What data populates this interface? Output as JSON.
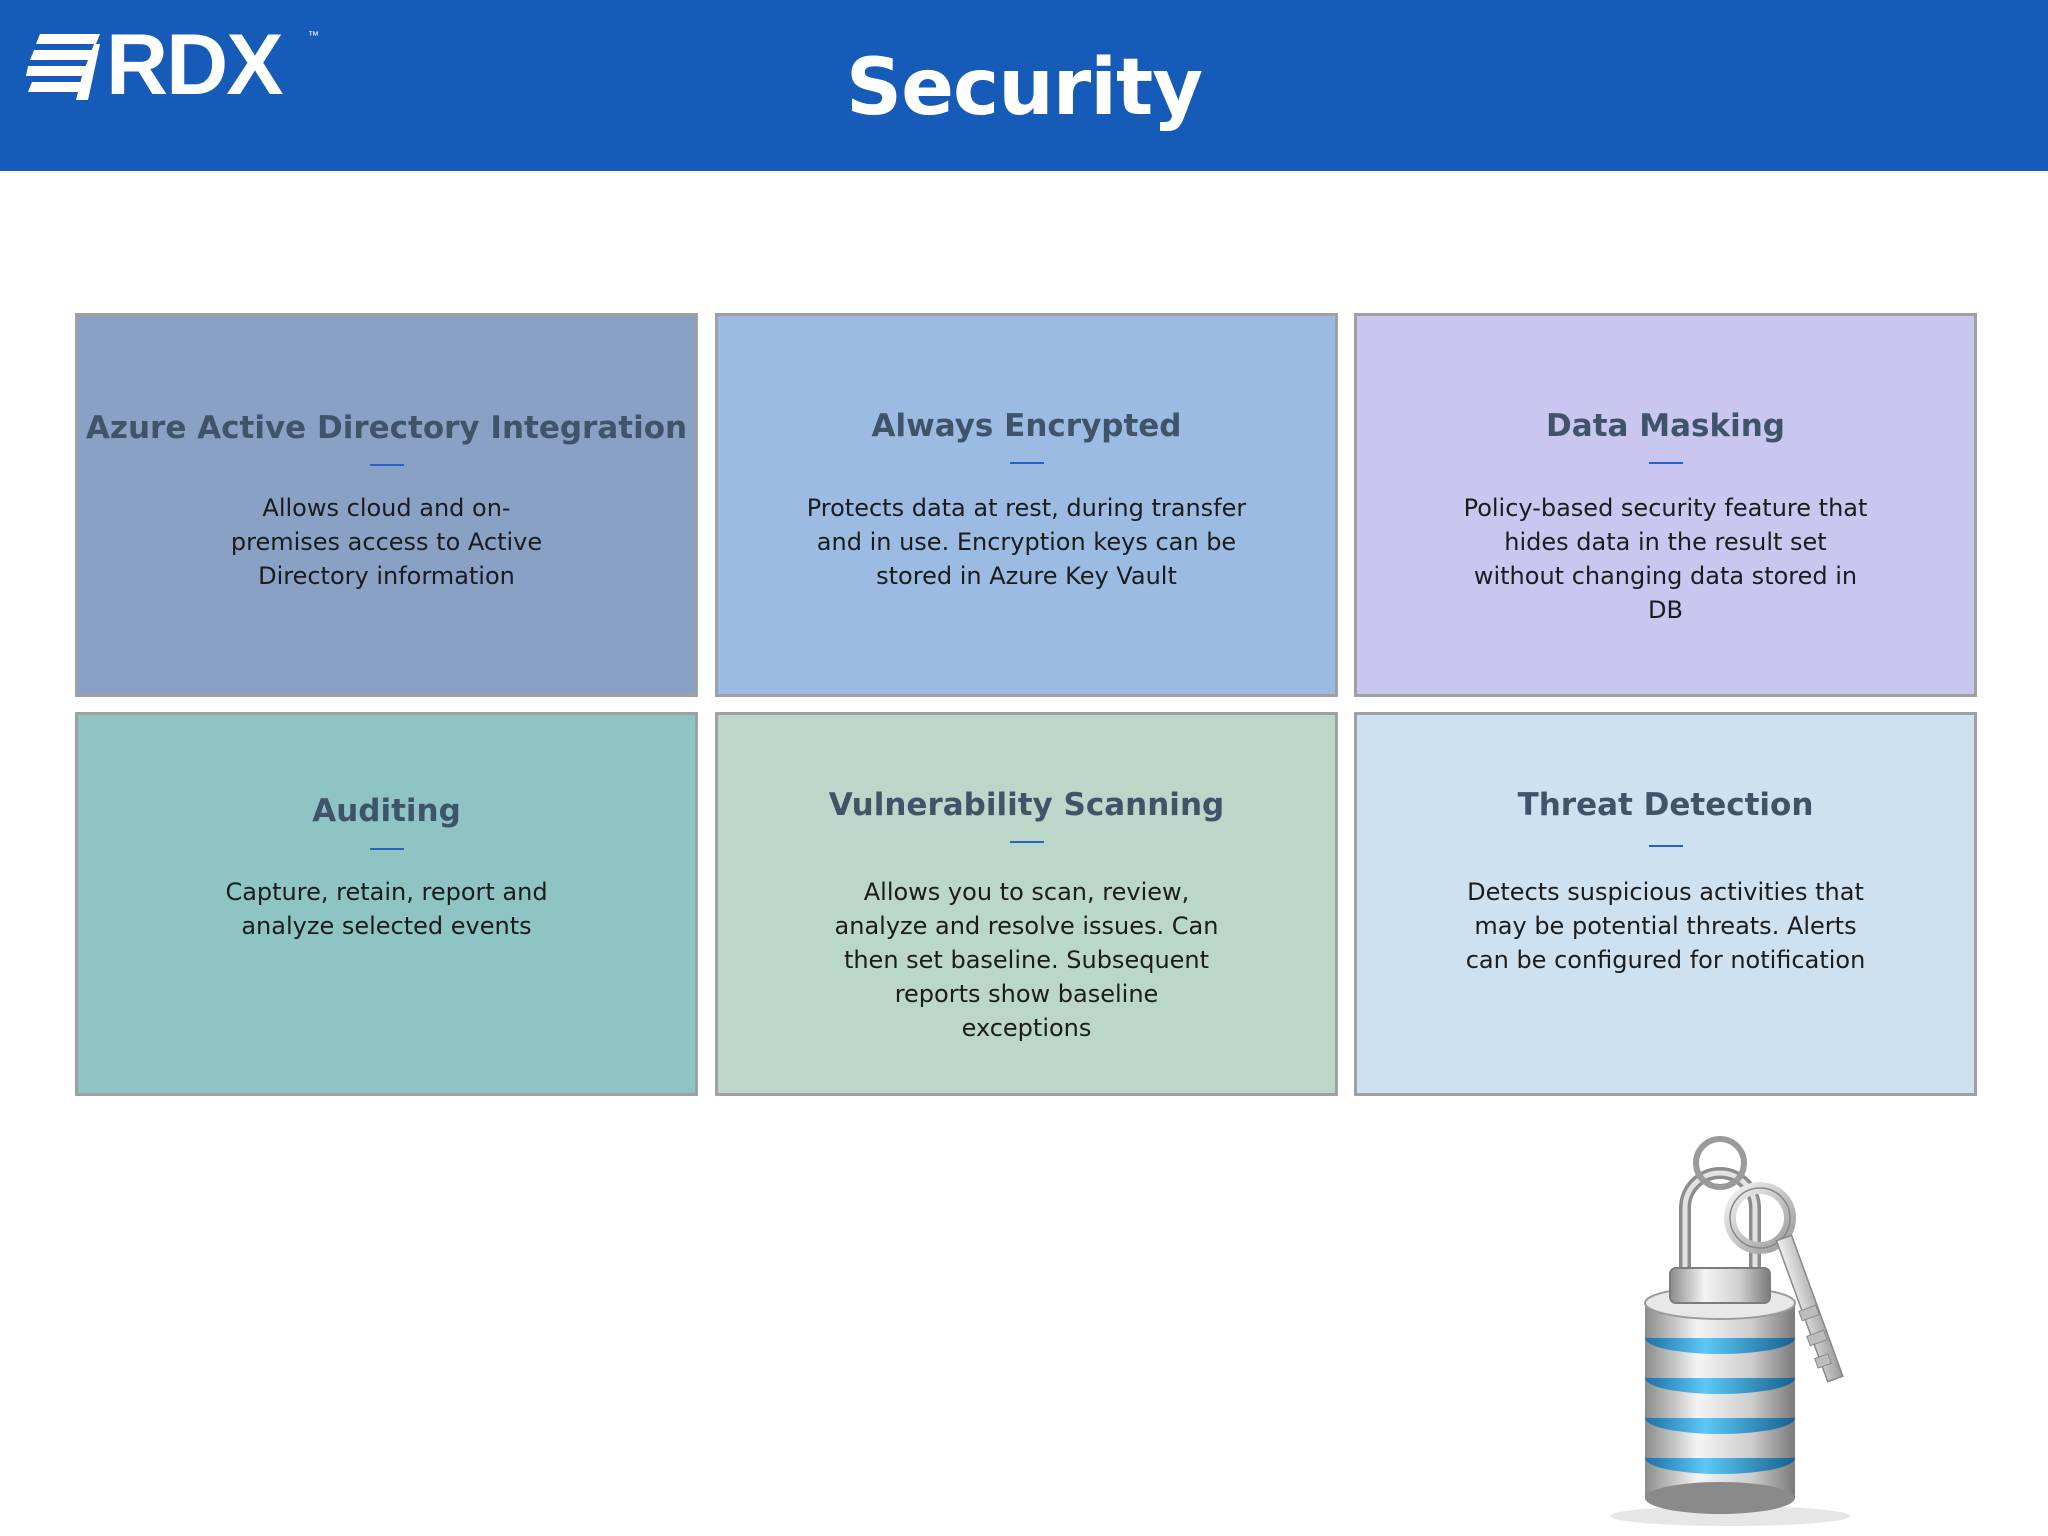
{
  "header": {
    "logo_text": "RDX",
    "logo_tm": "™",
    "title": "Security",
    "background": "#165bb8"
  },
  "cards": [
    {
      "title": "Azure Active Directory Integration",
      "description": "Allows cloud and on-premises access to Active Directory information",
      "background": "#8aa1c6"
    },
    {
      "title": "Always Encrypted",
      "description": "Protects data at rest, during transfer and in use.  Encryption keys can be stored in Azure Key Vault",
      "background": "#9bbbe2"
    },
    {
      "title": "Data Masking",
      "description": "Policy-based security feature that hides data in the result set without changing data stored in DB",
      "background": "#c9c7ef"
    },
    {
      "title": "Auditing",
      "description": "Capture, retain, report and analyze selected events",
      "background": "#8ec4c4"
    },
    {
      "title": "Vulnerability Scanning",
      "description": "Allows you to scan, review, analyze and resolve issues.   Can then set baseline.  Subsequent reports show baseline exceptions",
      "background": "#bad7c9"
    },
    {
      "title": "Threat Detection",
      "description": "Detects suspicious activities that may be potential threats.  Alerts can be configured for notification",
      "background": "#cde1f0"
    }
  ],
  "illustration": {
    "icon": "database-lock-keys-icon"
  }
}
